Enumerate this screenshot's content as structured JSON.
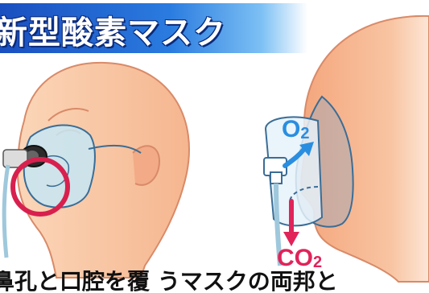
{
  "title": "新型酸素マスク",
  "labels": {
    "o2": {
      "main": "O",
      "sub": "2"
    },
    "co2": {
      "main": "CO",
      "sub": "2"
    }
  },
  "caption": "鼻孔と口腔を覆 うマスクの両邦と",
  "colors": {
    "banner_dark": "#1a4fc0",
    "banner_light": "#7cc0f4",
    "skin": "#f8c7a4",
    "skin_outline": "#d98a68",
    "mask": "#c6e6f5",
    "mask_outline": "#3a6d96",
    "o2_arrow": "#2a8ee0",
    "co2_arrow": "#e0245a",
    "ring": "#d8204e"
  },
  "icons": {
    "o2_flow": "arrow-up-right-icon",
    "co2_flow": "arrow-down-icon",
    "highlight": "circle-highlight-icon"
  }
}
